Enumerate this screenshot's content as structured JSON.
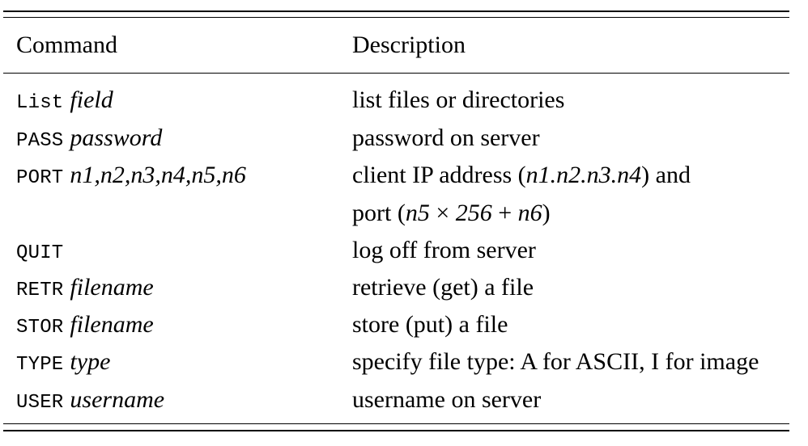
{
  "header": {
    "command": "Command",
    "description": "Description"
  },
  "rows": [
    {
      "kw": "List",
      "arg": "field",
      "desc": "list files or directories"
    },
    {
      "kw": "PASS",
      "arg": "password",
      "desc": "password on server"
    },
    {
      "kw": "PORT",
      "arg": "n1,n2,n3,n4,n5,n6",
      "desc_parts": [
        "client IP address (",
        "n1.n2.n3.n4",
        ") and"
      ],
      "desc_cont_parts": [
        "port (",
        "n5",
        " × ",
        "256",
        " + ",
        "n6",
        ")"
      ]
    },
    {
      "kw": "QUIT",
      "arg": "",
      "desc": "log off from server"
    },
    {
      "kw": "RETR",
      "arg": "filename",
      "desc": "retrieve (get) a file"
    },
    {
      "kw": "STOR",
      "arg": "filename",
      "desc": "store (put) a file"
    },
    {
      "kw": "TYPE",
      "arg": "type",
      "desc": "specify file type: A for ASCII, I for image"
    },
    {
      "kw": "USER",
      "arg": "username",
      "desc": "username on server"
    }
  ]
}
